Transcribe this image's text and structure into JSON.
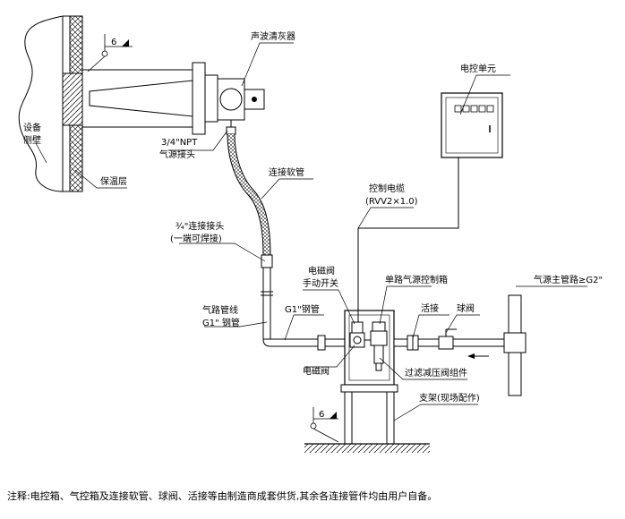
{
  "labels": {
    "sonic_cleaner": "声波清灰器",
    "npt_connector_l1": "3/4\"NPT",
    "npt_connector_l2": "气源接头",
    "equipment_wall_l1": "设备",
    "equipment_wall_l2": "侧壁",
    "insulation": "保温层",
    "hose": "连接软管",
    "connector_l1": "¾\"连接接头",
    "connector_l2": "(一端可焊接)",
    "pipeline_l1": "气路管线",
    "pipeline_l2": "G1\" 钢管",
    "steel_pipe": "G1\"钢管",
    "solenoid_manual_l1": "电磁阀",
    "solenoid_manual_l2": "手动开关",
    "single_air_box": "单路气源控制箱",
    "control_unit": "电控单元",
    "control_cable_l1": "控制电缆",
    "control_cable_l2": "(RVV2×1.0)",
    "main_supply": "气源主管路≥G2\"",
    "union": "活接",
    "ball_valve": "球阀",
    "solenoid": "电磁阀",
    "filter_regulator": "过滤减压阀组件",
    "support": "支架(现场配作)",
    "weld_size_top": "6",
    "weld_size_bottom": "6"
  },
  "footnote": "注释:电控箱、气控箱及连接软管、球阀、活接等由制造商成套供货,其余各连接管件均由用户自备。",
  "colors": {
    "line": "#000000",
    "hatch": "#000000",
    "fill": "#ffffff"
  }
}
